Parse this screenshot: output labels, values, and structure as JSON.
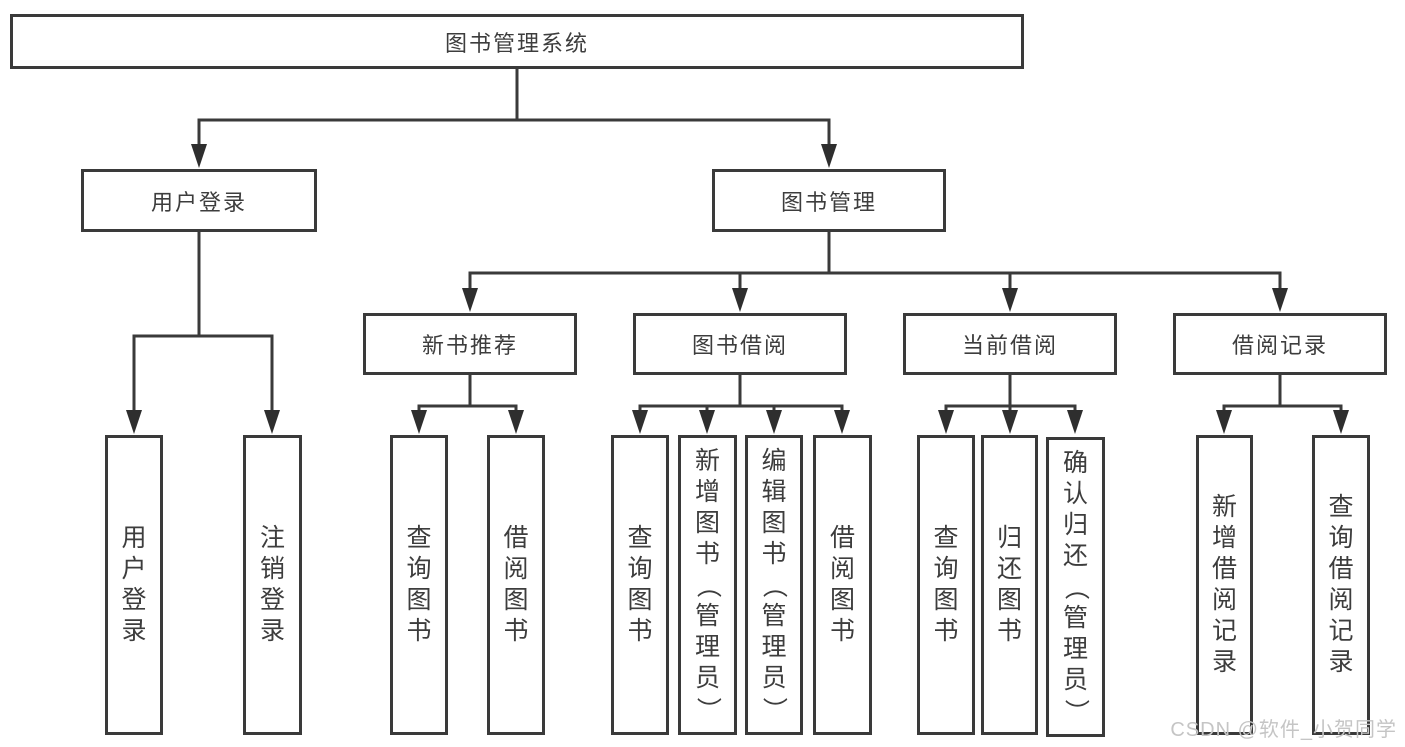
{
  "tree": {
    "root": {
      "label": "图书管理系统"
    },
    "branches": [
      {
        "label": "用户登录",
        "children": [
          {
            "label": "用户登录"
          },
          {
            "label": "注销登录"
          }
        ]
      },
      {
        "label": "图书管理",
        "children": [
          {
            "label": "新书推荐",
            "children": [
              {
                "label": "查询图书"
              },
              {
                "label": "借阅图书"
              }
            ]
          },
          {
            "label": "图书借阅",
            "children": [
              {
                "label": "查询图书"
              },
              {
                "label": "新增图书（管理员）"
              },
              {
                "label": "编辑图书（管理员）"
              },
              {
                "label": "借阅图书"
              }
            ]
          },
          {
            "label": "当前借阅",
            "children": [
              {
                "label": "查询图书"
              },
              {
                "label": "归还图书"
              },
              {
                "label": "确认归还（管理员）"
              }
            ]
          },
          {
            "label": "借阅记录",
            "children": [
              {
                "label": "新增借阅记录"
              },
              {
                "label": "查询借阅记录"
              }
            ]
          }
        ]
      }
    ]
  },
  "watermark": "CSDN @软件_小贺同学",
  "colors": {
    "line": "#3a3a3a",
    "box_border": "#3a3a3a",
    "box_fill": "#ffffff",
    "text": "#3d3d3d",
    "watermark": "#c5c5c5",
    "background": "#ffffff"
  }
}
